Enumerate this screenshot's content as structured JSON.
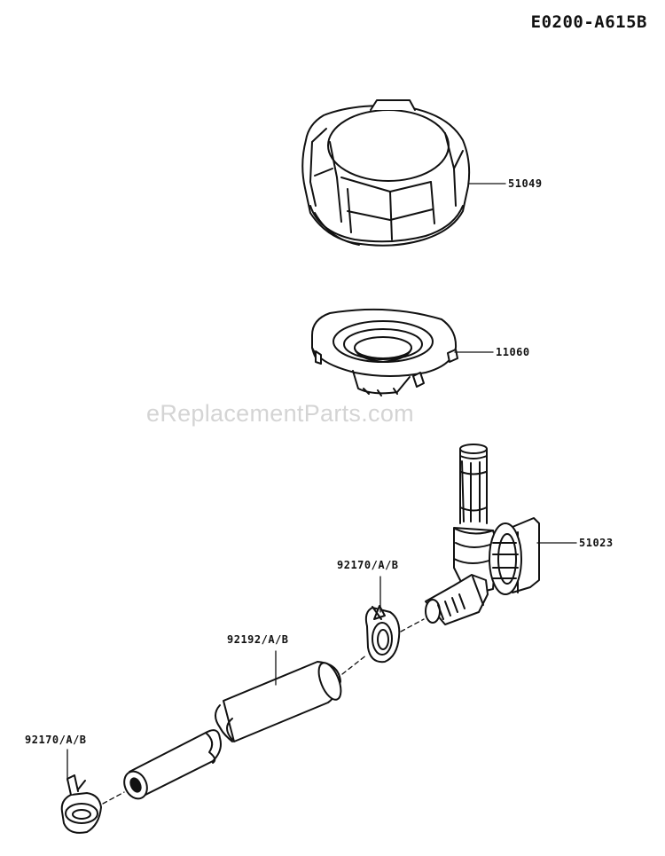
{
  "drawing_id": "E0200-A615B",
  "watermark": "eReplacementParts.com",
  "parts": {
    "fuel_cap": {
      "number": "51049"
    },
    "cap_gasket": {
      "number": "11060"
    },
    "fuel_cock": {
      "number": "51023"
    },
    "clamp_upper": {
      "number": "92170/A/B"
    },
    "fuel_hose": {
      "number": "92192/A/B"
    },
    "clamp_lower": {
      "number": "92170/A/B"
    }
  }
}
